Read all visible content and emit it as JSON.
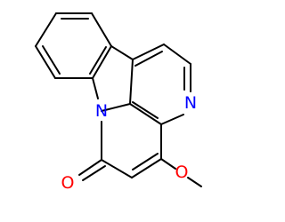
{
  "molecule": {
    "atoms": {
      "ring_n": {
        "symbol": "N",
        "color": "#0000ff"
      },
      "amide_n": {
        "symbol": "N",
        "color": "#0000ff"
      },
      "carbonyl_o": {
        "symbol": "O",
        "color": "#ff0000"
      },
      "ether_o": {
        "symbol": "O",
        "color": "#ff0000"
      }
    },
    "bond_color": "#000000",
    "background": "#ffffff"
  }
}
